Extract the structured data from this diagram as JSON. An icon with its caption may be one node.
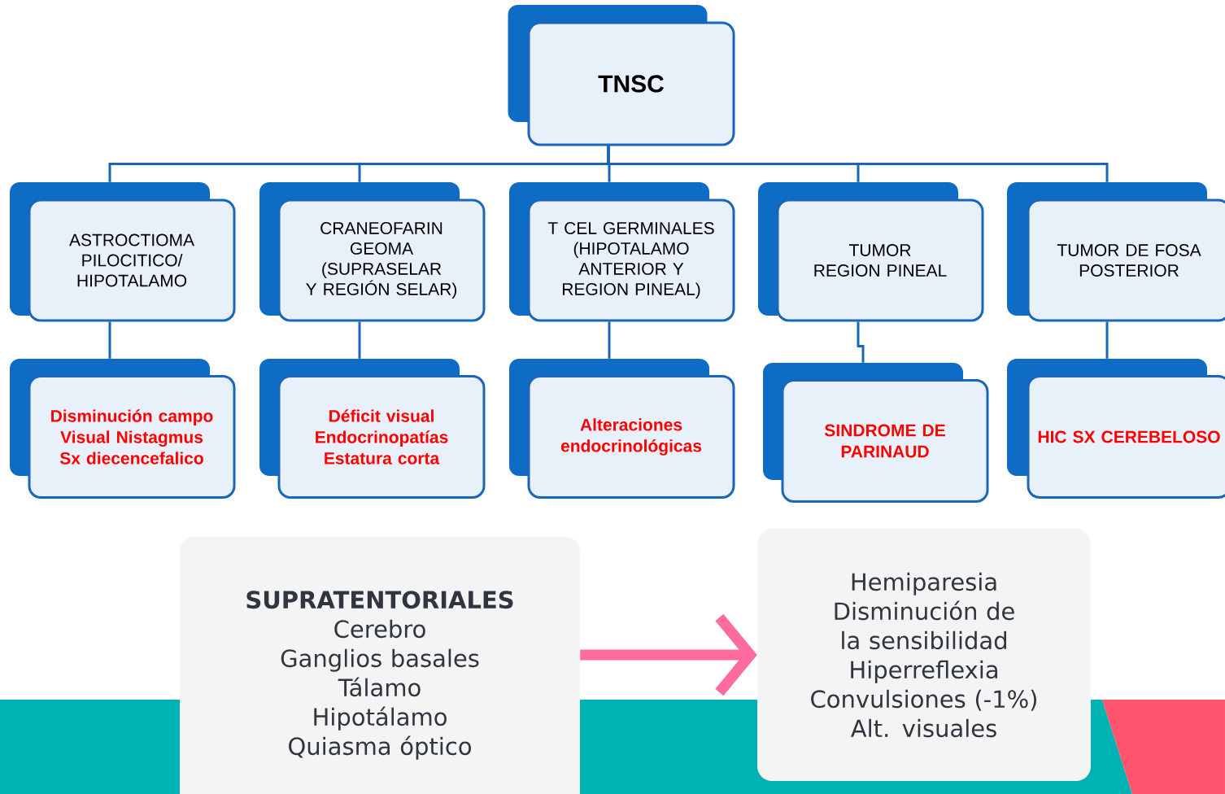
{
  "diagram": {
    "nodes": [
      {
        "text": [
          "TNSC"
        ]
      },
      {
        "text": [
          "ASTROCTIOMA PILOCITICO/ HIPOTALAMO"
        ]
      },
      {
        "text": [
          "CRANEOFARIN GEOMA (SUPRASELAR Y REGIÓN SELAR)"
        ]
      },
      {
        "text": [
          "T CEL GERMINALES (HIPOTALAMO ANTERIOR Y REGION PINEAL)"
        ]
      },
      {
        "text": [
          "TUMOR REGION PINEAL"
        ]
      },
      {
        "text": [
          "TUMOR DE FOSA POSTERIOR"
        ]
      },
      {
        "text": [
          "Disminución campo Visual Nistagmus Sx diecencefalico"
        ]
      },
      {
        "text": [
          "Déficit visual Endocrinopatías Estatura corta"
        ]
      },
      {
        "text": [
          "Alteraciones endocrinológicas"
        ]
      },
      {
        "text": [
          "SINDROME DE PARINAUD"
        ]
      },
      {
        "text": [
          "HIC SX CEREBELOSO"
        ]
      },
      {
        "text": [
          "SUPRATENTORIALES",
          "Cerebro",
          "Ganglios basales",
          "Tálamo",
          "Hipotálamo",
          "Quiasma óptico"
        ]
      },
      {
        "text": [
          "Hemiparesia",
          "Disminución de la sensibilidad",
          "Hiperreflexia",
          "Convulsiones (-1%)",
          "Alt. visuales"
        ]
      }
    ],
    "edges": [
      {
        "from": 0,
        "to": 1,
        "arrow": "none"
      },
      {
        "from": 0,
        "to": 2,
        "arrow": "none"
      },
      {
        "from": 0,
        "to": 3,
        "arrow": "none"
      },
      {
        "from": 0,
        "to": 4,
        "arrow": "none"
      },
      {
        "from": 0,
        "to": 5,
        "arrow": "none"
      },
      {
        "from": 1,
        "to": 6,
        "arrow": "none"
      },
      {
        "from": 2,
        "to": 7,
        "arrow": "none"
      },
      {
        "from": 3,
        "to": 8,
        "arrow": "none"
      },
      {
        "from": 4,
        "to": 9,
        "arrow": "none"
      },
      {
        "from": 5,
        "to": 10,
        "arrow": "none"
      },
      {
        "from": 11,
        "to": 12,
        "arrow": "to",
        "style": "thick",
        "color": "#ff6b9e"
      }
    ]
  }
}
